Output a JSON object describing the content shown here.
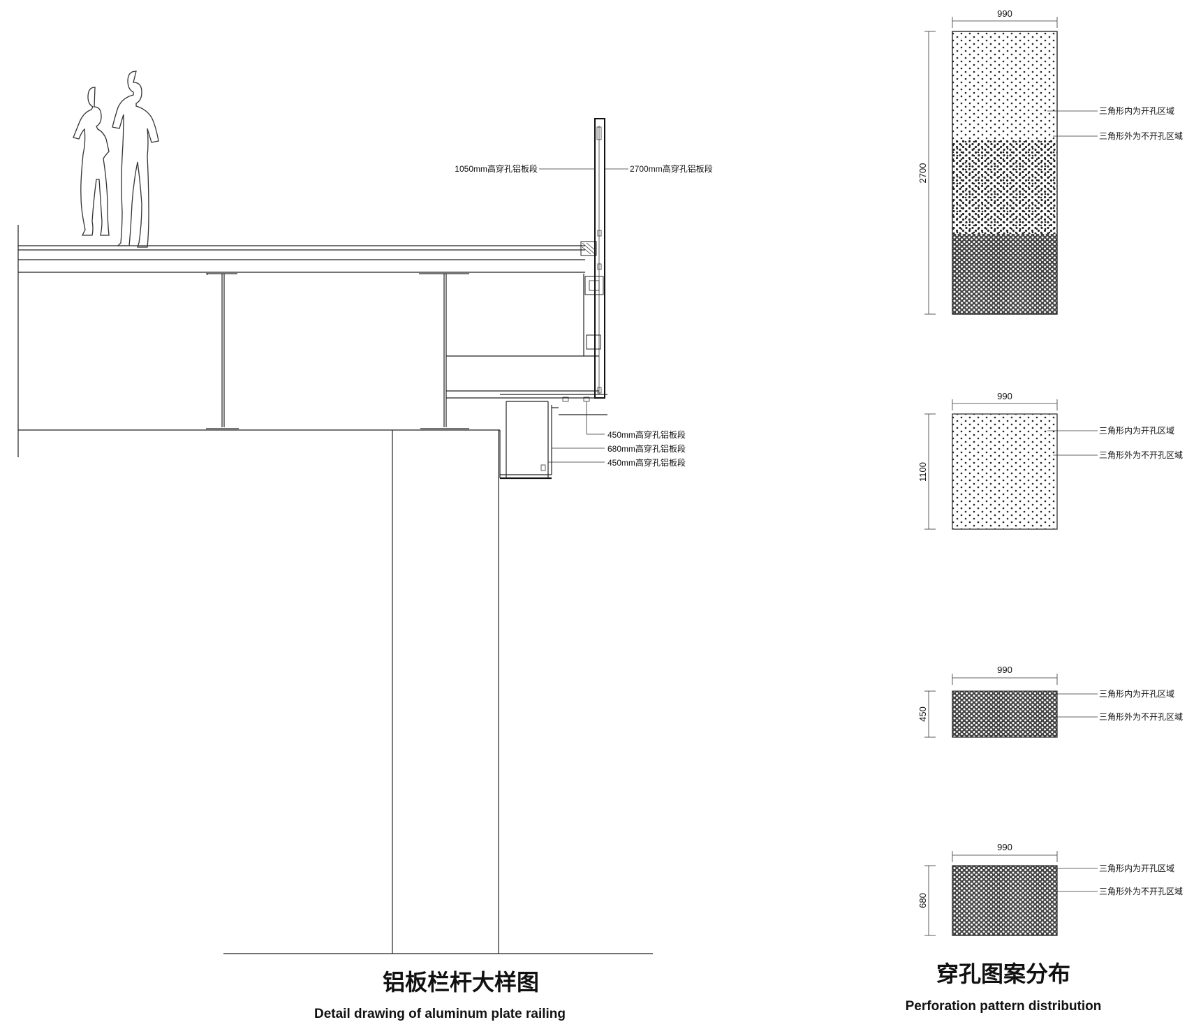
{
  "section": {
    "title_cn": "铝板栏杆大样图",
    "title_en": "Detail drawing of aluminum plate railing",
    "callouts": {
      "c1050": "1050mm高穿孔铝板段",
      "c2700": "2700mm高穿孔铝板段",
      "c450a": "450mm高穿孔铝板段",
      "c680": "680mm高穿孔铝板段",
      "c450b": "450mm高穿孔铝板段"
    }
  },
  "patterns": {
    "title_cn": "穿孔图案分布",
    "title_en": "Perforation pattern distribution",
    "panels": [
      {
        "width_label": "990",
        "height_label": "2700",
        "note_in": "三角形内为开孔区域",
        "note_out": "三角形外为不开孔区域",
        "density": "gradient"
      },
      {
        "width_label": "990",
        "height_label": "1100",
        "note_in": "三角形内为开孔区域",
        "note_out": "三角形外为不开孔区域",
        "density": "sparse"
      },
      {
        "width_label": "990",
        "height_label": "450",
        "note_in": "三角形内为开孔区域",
        "note_out": "三角形外为不开孔区域",
        "density": "dense"
      },
      {
        "width_label": "990",
        "height_label": "680",
        "note_in": "三角形内为开孔区域",
        "note_out": "三角形外为不开孔区域",
        "density": "dense"
      }
    ]
  }
}
